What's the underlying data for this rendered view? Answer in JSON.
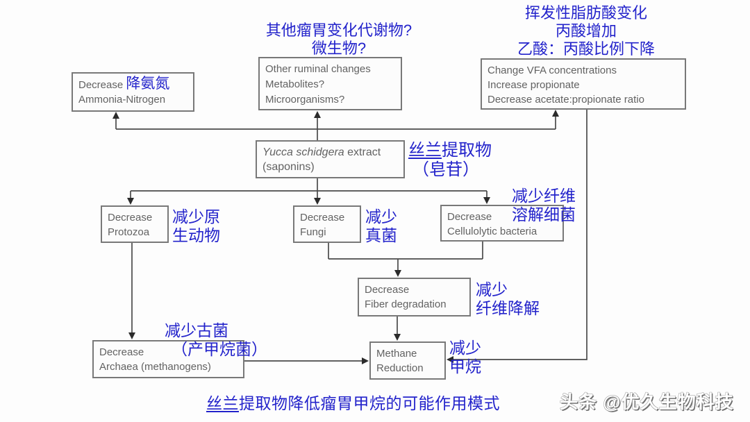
{
  "colors": {
    "annotation_blue": "#2323cb",
    "box_border_gray": "#787878",
    "box_text_gray": "#626262",
    "connector_gray": "#4a4a4a",
    "watermark_white": "#ffffff"
  },
  "boxes": {
    "ammonia": {
      "line1_en": "Decrease",
      "line1_cn": "降氨氮",
      "line2": "Ammonia-Nitrogen"
    },
    "other": {
      "line1": "Other ruminal changes",
      "line2": "Metabolites?",
      "line3": "Microorganisms?"
    },
    "vfa": {
      "line1": "Change VFA concentrations",
      "line2": "Increase propionate",
      "line3": "Decrease acetate:propionate ratio"
    },
    "yucca": {
      "line1_italic": "Yucca schidgera",
      "line1_rest": " extract",
      "line2": "(saponins)"
    },
    "protozoa": {
      "line1": "Decrease",
      "line2": "Protozoa"
    },
    "fungi": {
      "line1": "Decrease",
      "line2": "Fungi"
    },
    "cellulolytic": {
      "line1": "Decrease",
      "line2": "Cellulolytic bacteria"
    },
    "fiber": {
      "line1": "Decrease",
      "line2": "Fiber degradation"
    },
    "archaea": {
      "line1": "Decrease",
      "line2": "Archaea (methanogens)"
    },
    "methane": {
      "line1": "Methane",
      "line2": "Reduction"
    }
  },
  "annotations": {
    "top_center": {
      "line1": "其他瘤胃变化代谢物?",
      "line2": "微生物?"
    },
    "top_right": {
      "line1": "挥发性脂肪酸变化",
      "line2": "丙酸增加",
      "line3": "乙酸：丙酸比例下降"
    },
    "yucca": {
      "underlined": "丝兰",
      "line1_rest": "提取物",
      "line2": "（皂苷）"
    },
    "protozoa": {
      "line1": "减少原",
      "line2": "生动物"
    },
    "fungi": {
      "line1": "减少",
      "line2": "真菌"
    },
    "cellulolytic": {
      "line1": "减少纤维",
      "line2": "溶解细菌"
    },
    "fiber": {
      "line1": "减少",
      "line2": "纤维降解"
    },
    "archaea": {
      "line1": "减少古菌",
      "line2": "（产甲烷菌）"
    },
    "methane": {
      "line1": "减少",
      "line2": "甲烷"
    }
  },
  "caption": {
    "underlined": "丝兰",
    "rest": "提取物降低瘤胃甲烷的可能作用模式"
  },
  "watermark": "头条 @优久生物科技"
}
